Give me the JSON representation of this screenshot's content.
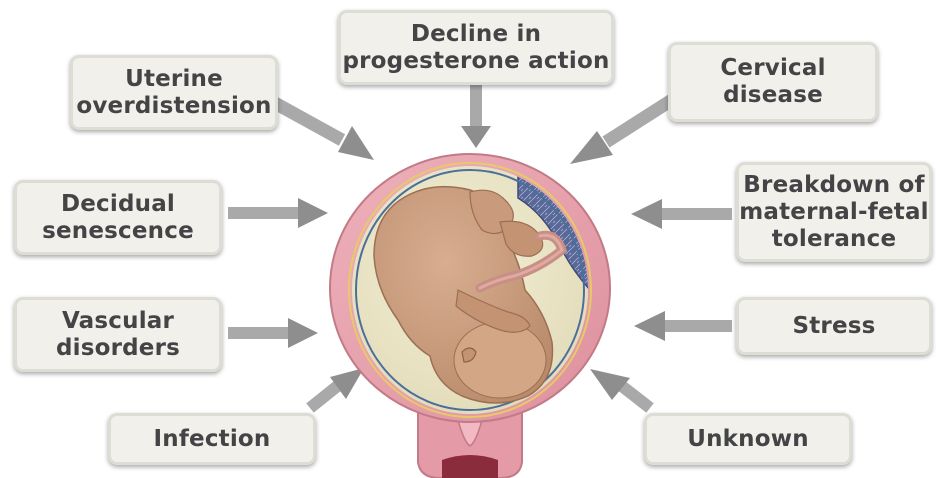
{
  "diagram": {
    "labels": {
      "uterine": [
        "Uterine",
        "overdistension"
      ],
      "progesterone": [
        "Decline in",
        "progesterone action"
      ],
      "cervical": [
        "Cervical",
        "disease"
      ],
      "decidual": [
        "Decidual",
        "senescence"
      ],
      "breakdown": [
        "Breakdown of",
        "maternal-fetal",
        "tolerance"
      ],
      "vascular": [
        "Vascular",
        "disorders"
      ],
      "stress": [
        "Stress"
      ],
      "infection": [
        "Infection"
      ],
      "unknown": [
        "Unknown"
      ]
    },
    "colors": {
      "uterus_wall": "#e9a3ae",
      "uterus_outline": "#c27a86",
      "amniotic_fluid": "#ece6c9",
      "fetus": "#c99b7c",
      "placenta": "#4c5a8c",
      "arrow": "#a9a9a9",
      "box_fill": "#f1f0eb",
      "text": "#444446"
    }
  }
}
